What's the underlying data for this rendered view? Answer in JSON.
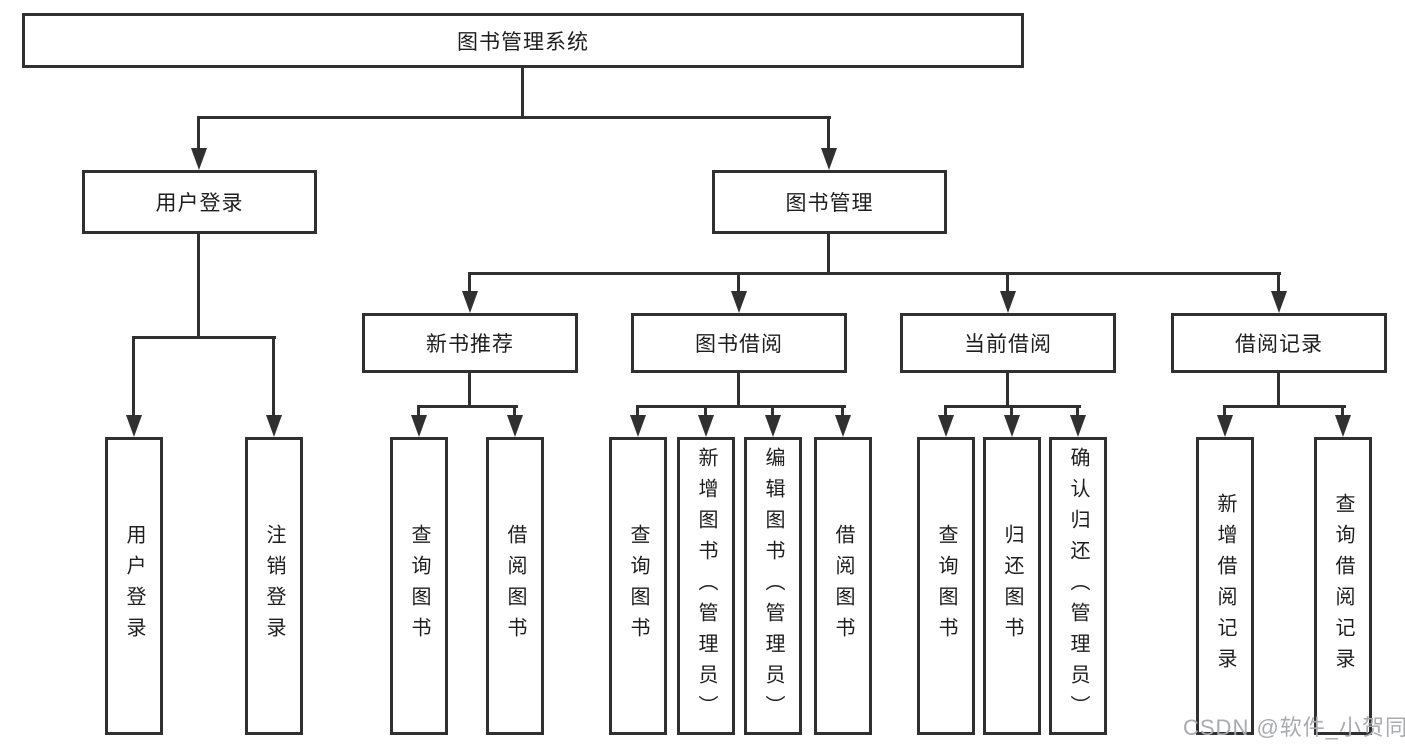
{
  "diagram_title": "图书管理系统",
  "nodes": {
    "root": "图书管理系统",
    "level2": {
      "user_login": "用户登录",
      "book_management": "图书管理"
    },
    "level3": [
      "新书推荐",
      "图书借阅",
      "当前借阅",
      "借阅记录"
    ],
    "leaves": {
      "user_login": [
        "用户登录",
        "注销登录"
      ],
      "new_book_recommend": [
        "查询图书",
        "借阅图书"
      ],
      "book_borrow": [
        "查询图书",
        "新增图书（管理员）",
        "编辑图书（管理员）",
        "借阅图书"
      ],
      "current_borrow": [
        "查询图书",
        "归还图书",
        "确认归还（管理员）"
      ],
      "borrow_records": [
        "新增借阅记录",
        "查询借阅记录"
      ]
    }
  },
  "watermark": "CSDN @软件_小贺同学",
  "colors": {
    "line": "#303030",
    "box_border": "#303030",
    "box_background": "#ffffff",
    "text": "#1e1e1e",
    "watermark": "#a9abae",
    "background": "#ffffff"
  }
}
